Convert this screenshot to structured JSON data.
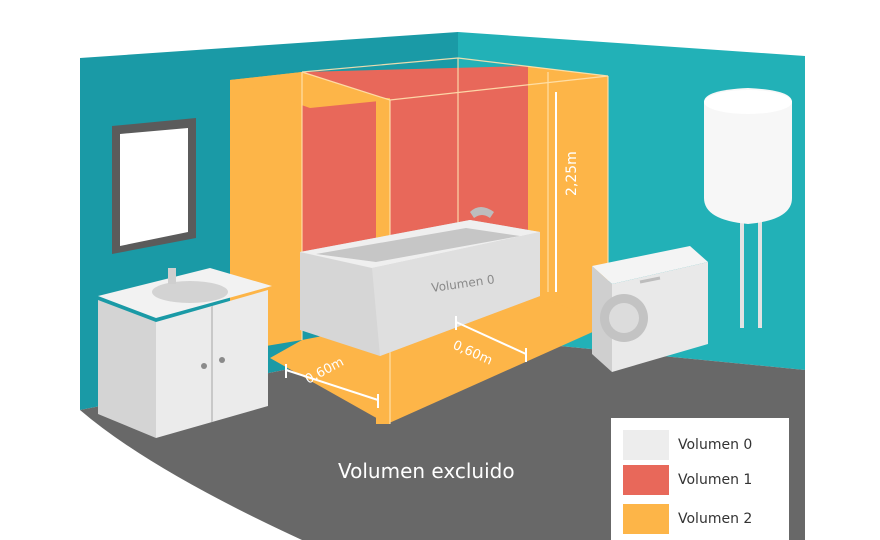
{
  "colors": {
    "wall_left": "#1A9AA6",
    "wall_right": "#22B1B7",
    "floor": "#686868",
    "volumen_0": "#EDEDED",
    "volumen_1": "#E8685A",
    "volumen_2": "#FDB548"
  },
  "labels": {
    "height": "2,25m",
    "distance_left": "0,60m",
    "distance_right": "0,60m",
    "bath": "Volumen 0",
    "excluded": "Volumen excluido"
  },
  "legend": {
    "items": [
      {
        "label": "Volumen 0",
        "color": "#EDEDED"
      },
      {
        "label": "Volumen 1",
        "color": "#E8685A"
      },
      {
        "label": "Volumen 2",
        "color": "#FDB548"
      }
    ]
  },
  "icons": [
    "mirror-icon",
    "sink-cabinet-icon",
    "bathtub-icon",
    "washing-machine-icon",
    "water-heater-icon"
  ]
}
